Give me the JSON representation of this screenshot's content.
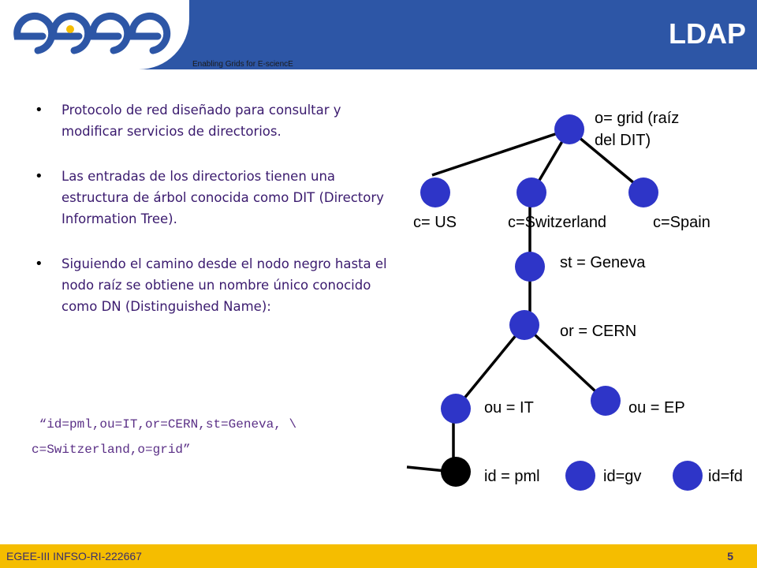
{
  "header": {
    "title": "LDAP",
    "logo_text": "egee",
    "tagline": "Enabling Grids for E-sciencE",
    "colors": {
      "header_bg": "#2d56a6",
      "footer_bg": "#f5bd00",
      "node": "#2e35c8",
      "node_target": "#000000"
    }
  },
  "bullets": [
    {
      "text": "Protocolo de red diseñado para consultar y modificar servicios de directorios."
    },
    {
      "text": "Las entradas de los directorios tienen una estructura de árbol conocida como DIT (Directory Information Tree)."
    },
    {
      "text": "Siguiendo el camino desde el nodo negro hasta el nodo raíz se obtiene un nombre único conocido como DN (Distinguished Name):"
    }
  ],
  "dn": {
    "line1": " “id=pml,ou=IT,or=CERN,st=Geneva, \\",
    "line2": "c=Switzerland,o=grid”"
  },
  "tree": {
    "root_label_1": "o= grid (raíz",
    "root_label_2": "del DIT)",
    "us": "c= US",
    "switzerland": "c=Switzerland",
    "spain": "c=Spain",
    "geneva": "st = Geneva",
    "cern": "or = CERN",
    "it": "ou = IT",
    "ep": "ou = EP",
    "pml": "id = pml",
    "gv": "id=gv",
    "fd": "id=fd"
  },
  "footer": {
    "left": "EGEE-III INFSO-RI-222667",
    "page": "5"
  }
}
